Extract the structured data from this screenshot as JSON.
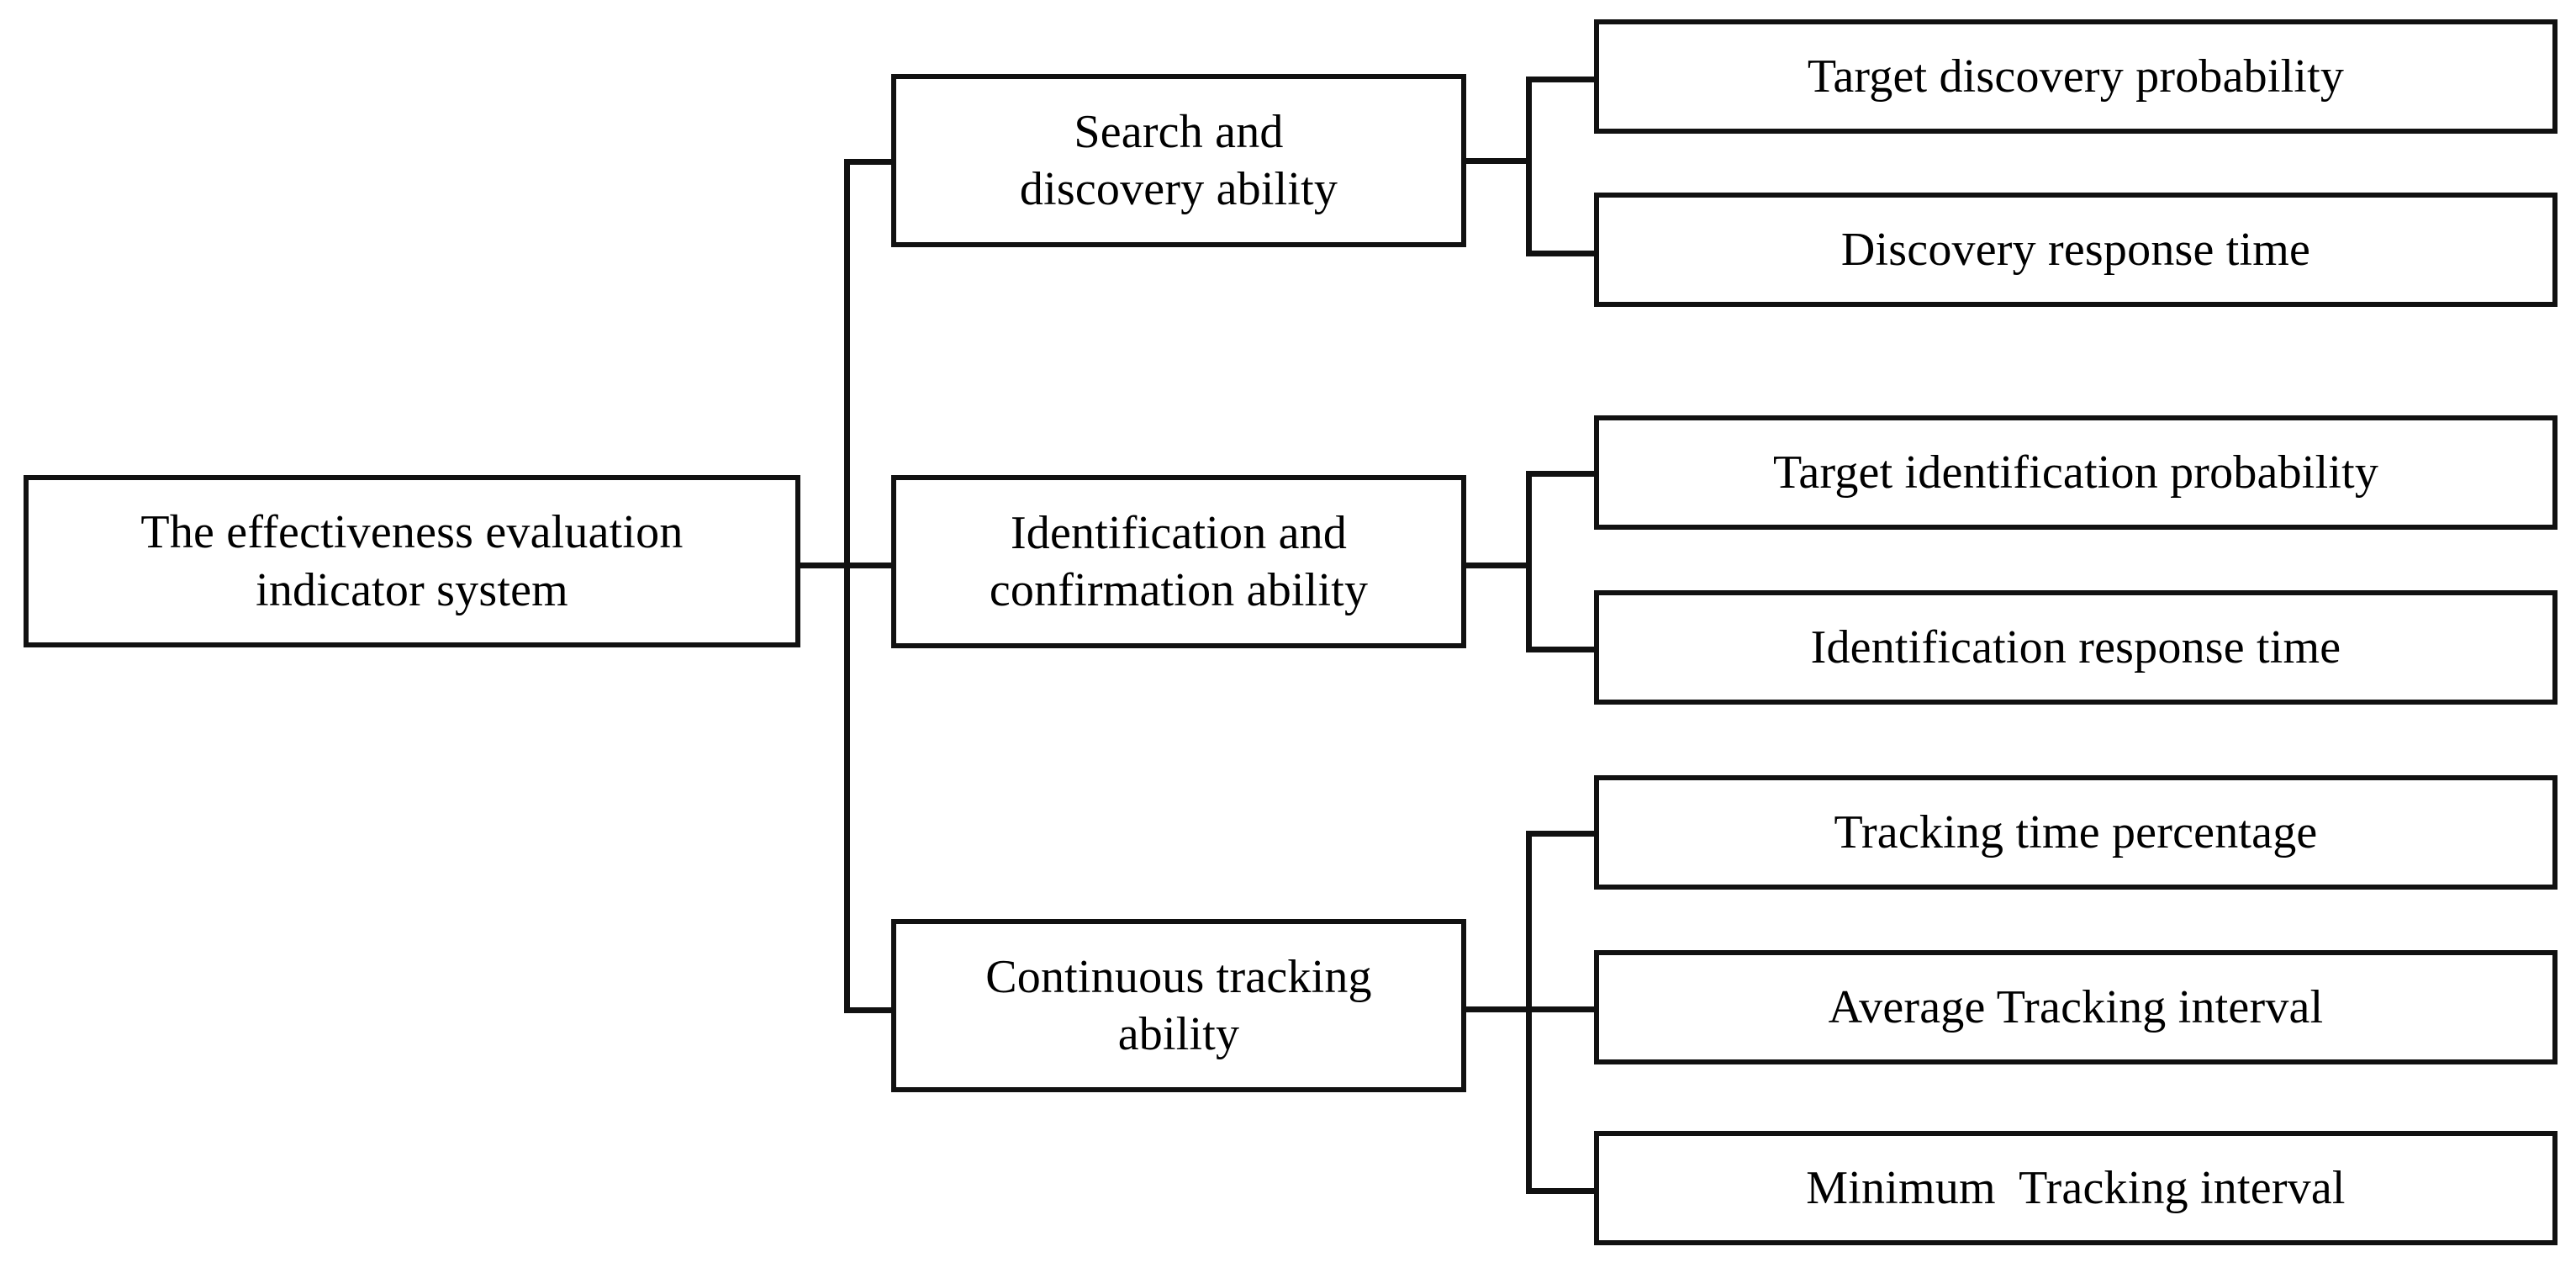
{
  "diagram": {
    "type": "hierarchy-tree",
    "orientation": "left-to-right",
    "title": "The effectiveness evaluation indicator system",
    "colors": {
      "background": "#ffffff",
      "box_border": "#111111",
      "connector": "#111111",
      "text": "#000000"
    },
    "root": {
      "label": "The effectiveness evaluation\nindicator system"
    },
    "branches": [
      {
        "label": "Search and\ndiscovery ability",
        "leaves": [
          {
            "label": "Target discovery probability"
          },
          {
            "label": "Discovery response time"
          }
        ]
      },
      {
        "label": "Identification and\nconfirmation ability",
        "leaves": [
          {
            "label": "Target identification probability"
          },
          {
            "label": "Identification response time"
          }
        ]
      },
      {
        "label": "Continuous tracking\nability",
        "leaves": [
          {
            "label": "Tracking time percentage"
          },
          {
            "label": "Average Tracking interval"
          },
          {
            "label": "Minimum  Tracking interval"
          }
        ]
      }
    ]
  }
}
